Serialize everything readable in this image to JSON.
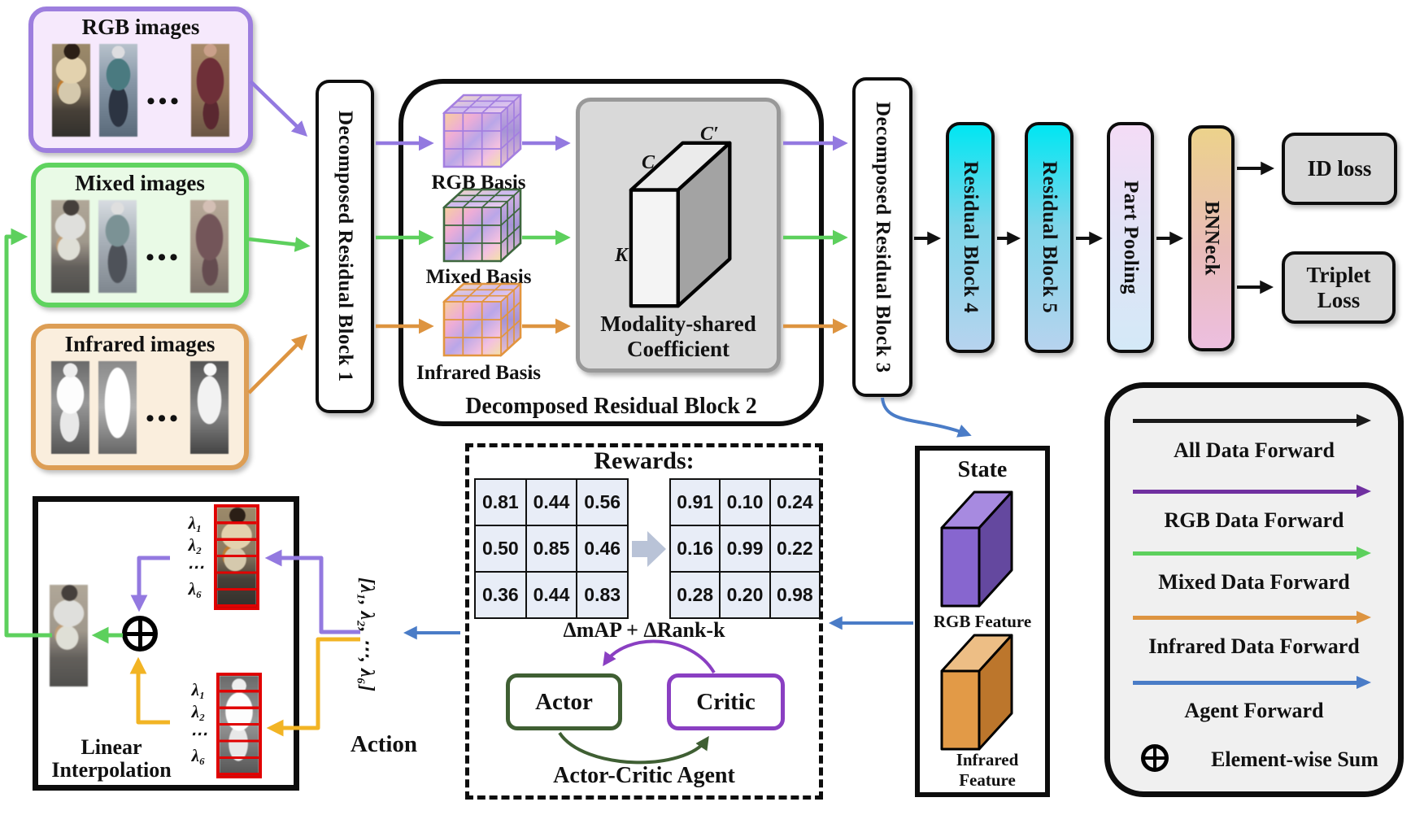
{
  "inputs": {
    "rgb_title": "RGB images",
    "mixed_title": "Mixed images",
    "infrared_title": "Infrared images",
    "ellipsis": "•••"
  },
  "blocks": {
    "drb1": "Decomposed Residual Block 1",
    "drb2": "Decomposed Residual Block 2",
    "drb3": "Decomposed Residual Block 3",
    "rb4": "Residual Block 4",
    "rb5": "Residual Block 5",
    "part_pooling": "Part Pooling",
    "bnneck": "BNNeck",
    "id_loss": "ID loss",
    "triplet_loss": "Triplet Loss"
  },
  "basis": {
    "rgb": "RGB Basis",
    "mixed": "Mixed Basis",
    "infrared": "Infrared Basis",
    "coef_line1": "Modality-shared",
    "coef_line2": "Coefficient",
    "dim_c": "C",
    "dim_c_prime": "C′",
    "dim_k": "K"
  },
  "state": {
    "title": "State",
    "rgb_feature": "RGB Feature",
    "infrared_feature": "Infrared Feature"
  },
  "agent": {
    "rewards_title": "Rewards:",
    "rewards_before": [
      [
        "0.81",
        "0.44",
        "0.56"
      ],
      [
        "0.50",
        "0.85",
        "0.46"
      ],
      [
        "0.36",
        "0.44",
        "0.83"
      ]
    ],
    "rewards_after": [
      [
        "0.91",
        "0.10",
        "0.24"
      ],
      [
        "0.16",
        "0.99",
        "0.22"
      ],
      [
        "0.28",
        "0.20",
        "0.98"
      ]
    ],
    "reward_formula": "ΔmAP + ΔRank-k",
    "actor": "Actor",
    "critic": "Critic",
    "caption": "Actor-Critic Agent"
  },
  "interpolation": {
    "caption": "Linear Interpolation",
    "lambdas": [
      "λ₁",
      "λ₂",
      "⋯",
      "λ₆"
    ],
    "action_vector": "[λ₁, λ₂, ⋯, λ₆]",
    "action_label": "Action"
  },
  "legend": {
    "items": [
      {
        "label": "All Data Forward",
        "color": "#1a1a1a"
      },
      {
        "label": "RGB Data Forward",
        "color": "#7030a0"
      },
      {
        "label": "Mixed Data Forward",
        "color": "#5dd05d"
      },
      {
        "label": "Infrared Data Forward",
        "color": "#dd9440"
      },
      {
        "label": "Agent Forward",
        "color": "#4a7cc7"
      }
    ],
    "sum_symbol": "⊕",
    "sum_label": "Element-wise Sum"
  },
  "colors": {
    "rgb_accent": "#9d7ede",
    "mixed_accent": "#5fd35f",
    "infrared_accent": "#dd9e55",
    "agent_blue": "#4a7cc7",
    "action_yellow": "#f2b424"
  }
}
